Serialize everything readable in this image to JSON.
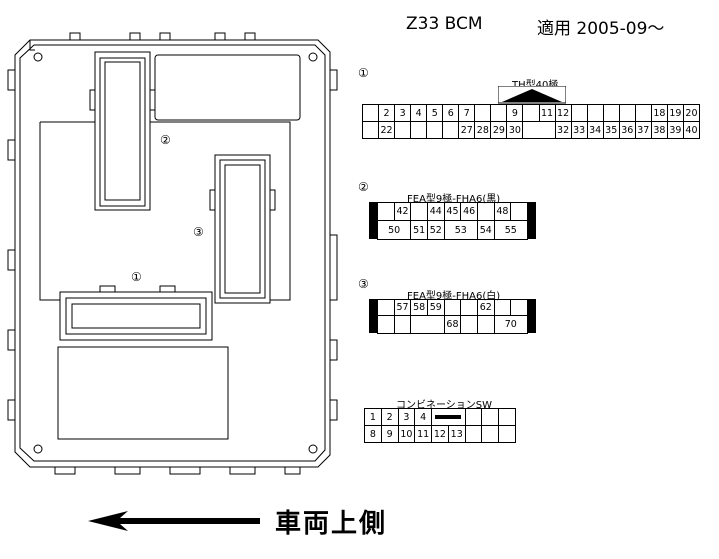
{
  "header": {
    "model": "Z33 BCM",
    "applicability": "適用 2005-09～"
  },
  "board": {
    "connector_1_marker": "①",
    "connector_2_marker": "②",
    "connector_3_marker": "③"
  },
  "connector_1": {
    "marker": "①",
    "type_label": "TH型40極",
    "row1": [
      "",
      "2",
      "3",
      "4",
      "5",
      "6",
      "7",
      "",
      "",
      "9",
      "",
      "11",
      "12",
      "",
      "",
      "",
      "",
      "",
      "18",
      "19",
      "20"
    ],
    "row2": [
      "",
      "22",
      "",
      "",
      "",
      "",
      "27",
      "28",
      "29",
      "30",
      "",
      "32",
      "33",
      "34",
      "35",
      "36",
      "37",
      "38",
      "39",
      "40"
    ]
  },
  "connector_2": {
    "marker": "②",
    "type_label": "FEA型9極-FHA6(黒)",
    "row1": [
      "",
      "42",
      "",
      "44",
      "45",
      "46",
      "",
      "48",
      ""
    ],
    "row2": [
      "50",
      "51",
      "52",
      "53",
      "54",
      "55"
    ]
  },
  "connector_3": {
    "marker": "③",
    "type_label": "FEA型9極-FHA6(白)",
    "row1": [
      "",
      "57",
      "58",
      "59",
      "",
      "",
      "62",
      "",
      ""
    ],
    "row2": [
      "",
      "",
      "",
      "68",
      "",
      "",
      "70"
    ]
  },
  "combination_switch": {
    "label": "コンビネーションSW",
    "row1": [
      "1",
      "2",
      "3",
      "4",
      "",
      "",
      "",
      "",
      ""
    ],
    "row2": [
      "8",
      "9",
      "10",
      "11",
      "12",
      "13",
      "",
      "",
      ""
    ]
  },
  "direction": {
    "label": "車両上側",
    "icon": "left-arrow-icon"
  }
}
